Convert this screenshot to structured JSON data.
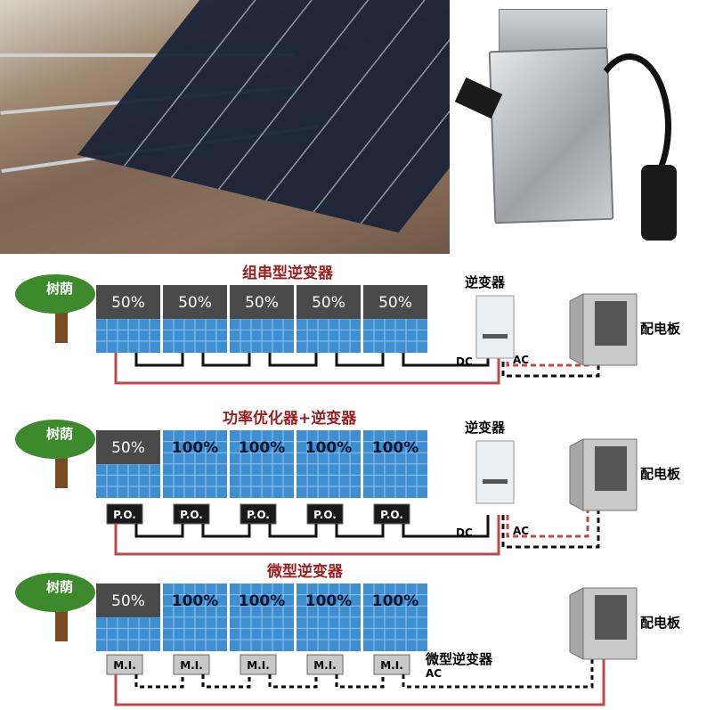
{
  "rows": [
    {
      "title": "组串型逆变器",
      "shade": "树荫",
      "panels": [
        "50%",
        "50%",
        "50%",
        "50%",
        "50%"
      ],
      "inverter_label": "逆变器",
      "dc": "DC",
      "ac": "AC",
      "board_label": "配电板",
      "device": null
    },
    {
      "title": "功率优化器+逆变器",
      "shade": "树荫",
      "panels": [
        "50%",
        "100%",
        "100%",
        "100%",
        "100%"
      ],
      "inverter_label": "逆变器",
      "dc": "DC",
      "ac": "AC",
      "board_label": "配电板",
      "device": "P.O."
    },
    {
      "title": "微型逆变器",
      "shade": "树荫",
      "panels": [
        "50%",
        "100%",
        "100%",
        "100%",
        "100%"
      ],
      "inverter_label": "微型逆变器",
      "dc": null,
      "ac": "AC",
      "board_label": "配电板",
      "device": "M.I."
    }
  ],
  "colors": {
    "title": "#9a1f1f",
    "panel_blue": "#3f8fd0",
    "shade_gray": "#4a4a4a",
    "wire_red": "#c0474a",
    "tree_green": "#3c8a2c"
  }
}
